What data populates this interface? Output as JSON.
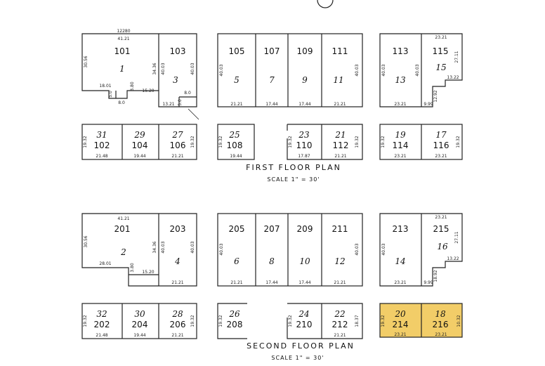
{
  "first_floor": {
    "title": "FIRST FLOOR PLAN",
    "scale": "SCALE 1\" = 30'",
    "top_units": [
      {
        "unit": "101",
        "lot": "1"
      },
      {
        "unit": "103",
        "lot": "3"
      },
      {
        "unit": "105",
        "lot": "5"
      },
      {
        "unit": "107",
        "lot": "7"
      },
      {
        "unit": "109",
        "lot": "9"
      },
      {
        "unit": "111",
        "lot": "11"
      },
      {
        "unit": "113",
        "lot": "13"
      },
      {
        "unit": "115",
        "lot": "15"
      }
    ],
    "bottom_units": [
      {
        "unit": "102",
        "lot": "31"
      },
      {
        "unit": "104",
        "lot": "29"
      },
      {
        "unit": "106",
        "lot": "27"
      },
      {
        "unit": "108",
        "lot": "25"
      },
      {
        "unit": "110",
        "lot": "23"
      },
      {
        "unit": "112",
        "lot": "21"
      },
      {
        "unit": "114",
        "lot": "19"
      },
      {
        "unit": "116",
        "lot": "17"
      }
    ],
    "dims": {
      "d_12280": "12280",
      "d_4121": "41.21",
      "d_3056": "30.56",
      "d_1801": "18.01",
      "d_3436": "34.36",
      "d_4003a": "40.03",
      "d_4003b": "40.03",
      "d_380": "3.80",
      "d_1520": "15.20",
      "d_50a": "5.0",
      "d_50b": "5.0",
      "d_80a": "8.0",
      "d_80b": "8.0",
      "d_1321": "13.21",
      "d_4003c": "40.03",
      "d_2121a": "21.21",
      "d_1744a": "17.44",
      "d_1744b": "17.44",
      "d_2121b": "21.21",
      "d_4003d": "40.03",
      "d_2321a": "23.21",
      "d_4003e": "40.03",
      "d_4003f": "40.03",
      "d_2711": "27.11",
      "d_1322": "13.22",
      "d_1292": "12.92",
      "d_2321b": "23.21",
      "d_999": "9.99",
      "d_1932a": "19.32",
      "d_2148": "21.48",
      "d_1944a": "19.44",
      "d_2121c": "21.21",
      "d_1932b": "19.32",
      "d_1932c": "19.32",
      "d_1944b": "19.44",
      "d_1932d": "19.32",
      "d_1787": "17.87",
      "d_2121d": "21.21",
      "d_1932e": "19.32",
      "d_1932f": "19.32",
      "d_2321c": "23.21",
      "d_2321d": "23.21",
      "d_1932g": "19.32"
    }
  },
  "second_floor": {
    "title": "SECOND FLOOR PLAN",
    "scale": "SCALE 1\" = 30'",
    "top_units": [
      {
        "unit": "201",
        "lot": "2"
      },
      {
        "unit": "203",
        "lot": "4"
      },
      {
        "unit": "205",
        "lot": "6"
      },
      {
        "unit": "207",
        "lot": "8"
      },
      {
        "unit": "209",
        "lot": "10"
      },
      {
        "unit": "211",
        "lot": "12"
      },
      {
        "unit": "213",
        "lot": "14"
      },
      {
        "unit": "215",
        "lot": "16"
      }
    ],
    "bottom_units": [
      {
        "unit": "202",
        "lot": "32"
      },
      {
        "unit": "204",
        "lot": "30"
      },
      {
        "unit": "206",
        "lot": "28"
      },
      {
        "unit": "208",
        "lot": "26"
      },
      {
        "unit": "210",
        "lot": "24"
      },
      {
        "unit": "212",
        "lot": "22"
      },
      {
        "unit": "214",
        "lot": "20"
      },
      {
        "unit": "216",
        "lot": "18"
      }
    ],
    "dims": {
      "d_4121": "41.21",
      "d_3056": "30.56",
      "d_2801": "28.01",
      "d_3436": "34.36",
      "d_4003a": "40.03",
      "d_4003b": "40.03",
      "d_380": "3.80",
      "d_1520": "15.20",
      "d_2121a": "21.21",
      "d_4003c": "40.03",
      "d_2121b": "21.21",
      "d_1744a": "17.44",
      "d_1744b": "17.44",
      "d_2121c": "21.21",
      "d_4003d": "40.03",
      "d_2321a": "23.21",
      "d_4003e": "40.03",
      "d_2711": "27.11",
      "d_1322": "13.22",
      "d_1892": "18.92",
      "d_2321b": "23.21",
      "d_999": "9.99",
      "d_1932a": "19.32",
      "d_2148": "21.48",
      "d_1944": "19.44",
      "d_2121d": "21.21",
      "d_1932b": "19.32",
      "d_1932c": "19.32",
      "d_1932d": "19.32",
      "d_2121e": "21.21",
      "d_1837": "18.37",
      "d_1932e": "19.32",
      "d_2321c": "23.21",
      "d_2321d": "23.21",
      "d_1032": "10.32"
    }
  },
  "highlight_color": "#f2cd68"
}
